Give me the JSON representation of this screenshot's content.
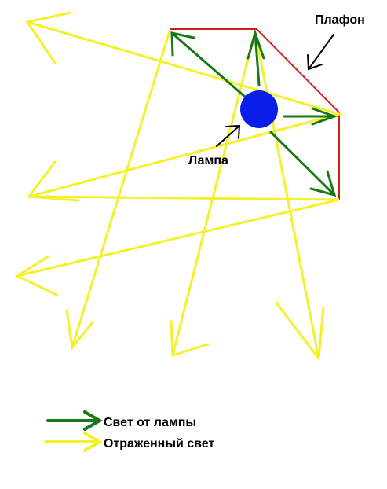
{
  "labels": {
    "shade": "Плафон",
    "lamp": "Лампа"
  },
  "legend": {
    "lamp_light": "Свет от лампы",
    "reflected_light": "Отраженный свет"
  },
  "colors": {
    "shade": "#cc2020",
    "lamp": "#0a1ee8",
    "lamp_light": "#157a15",
    "reflected_light": "#f6f02a",
    "label_arrow": "#000000"
  }
}
